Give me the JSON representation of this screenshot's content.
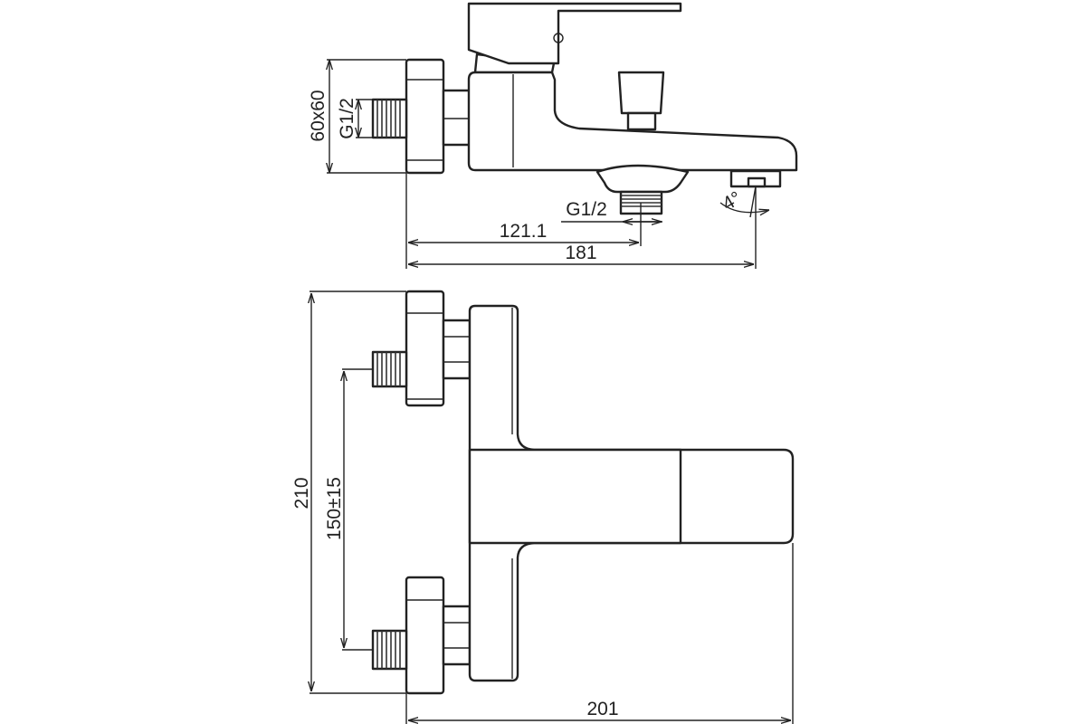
{
  "drawing": {
    "side_view": {
      "size_label": "60x60",
      "inlet_thread_label": "G1/2",
      "outlet_thread_label": "G1/2",
      "outlet_offset_label": "121.1",
      "projection_label": "181",
      "spout_angle_label": "4°"
    },
    "front_view": {
      "height_label": "210",
      "inlet_spacing_label": "150±15",
      "projection_label": "201"
    }
  }
}
